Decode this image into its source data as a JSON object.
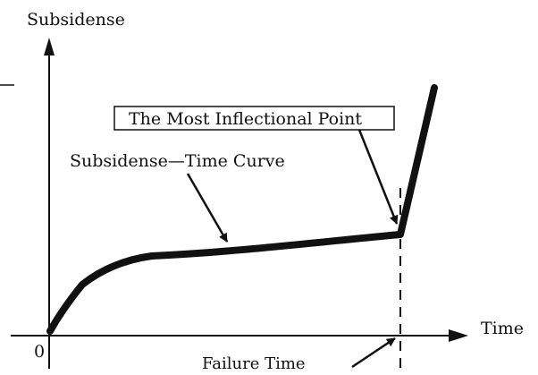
{
  "axes": {
    "y_label": "Subsidense",
    "x_label": "Time",
    "origin_label": "0"
  },
  "annotations": {
    "inflection_point": "The Most Inflectional Point",
    "curve_label": "Subsidense—Time Curve",
    "failure_time": "Failure Time"
  },
  "colors": {
    "ink": "#111111",
    "background": "#ffffff"
  }
}
